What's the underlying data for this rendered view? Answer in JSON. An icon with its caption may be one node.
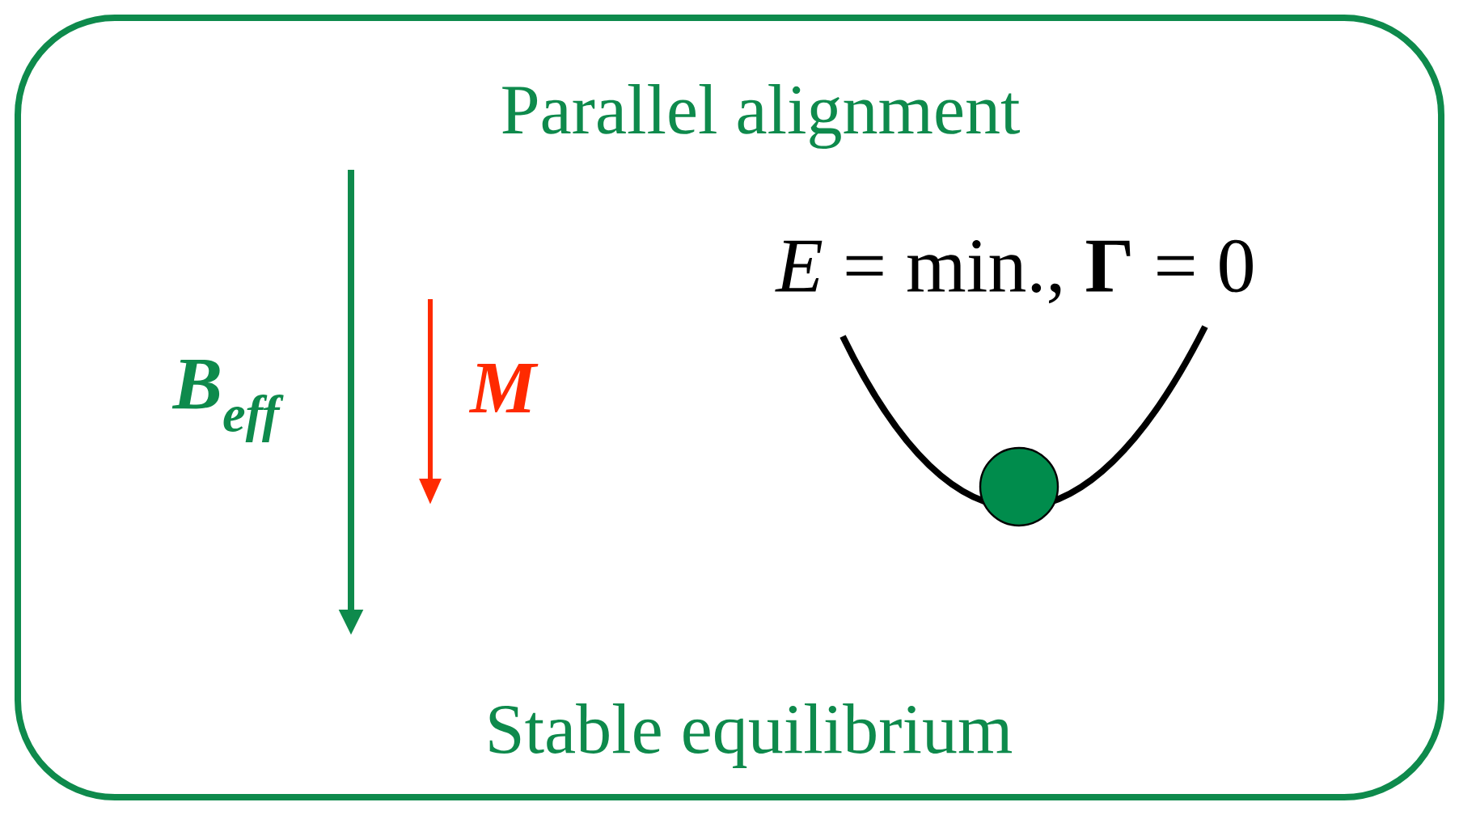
{
  "diagram": {
    "nodes": [
      {
        "text": [
          "Parallel alignment",
          "Stable equilibrium"
        ]
      }
    ],
    "labels": [
      "B$_{eff}$",
      "M",
      "*E* = min., **Γ** = 0"
    ]
  }
}
